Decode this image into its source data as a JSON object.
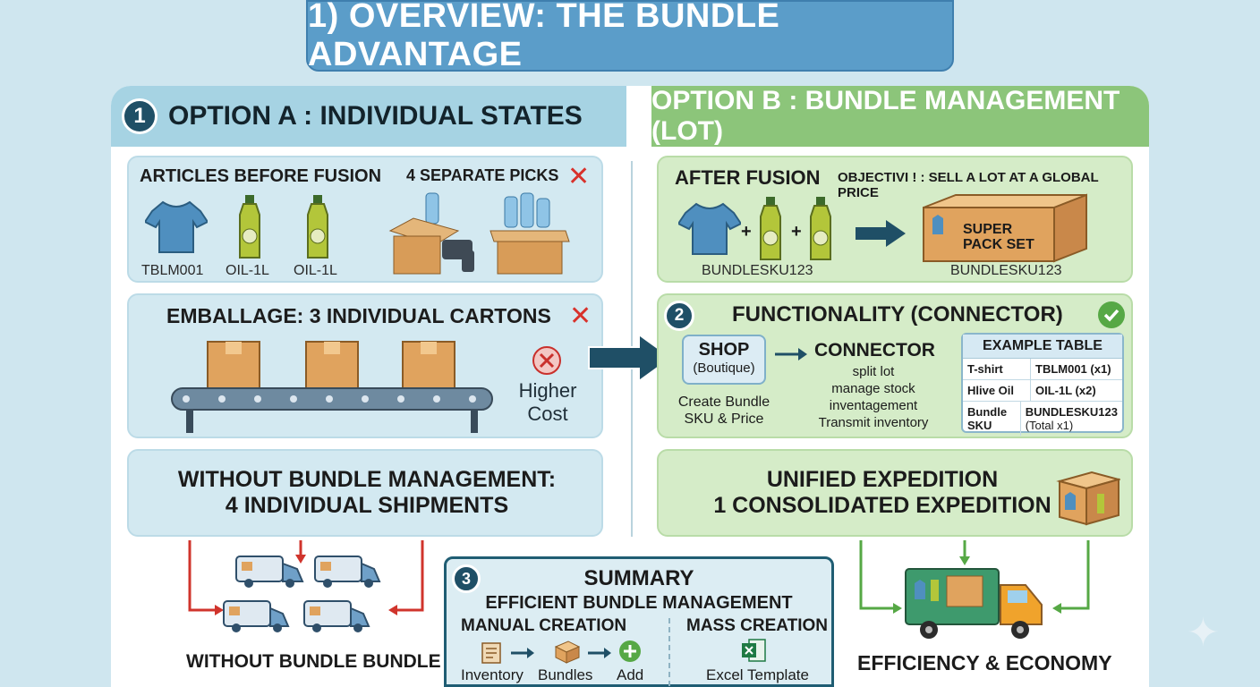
{
  "title": "1) OVERVIEW: THE BUNDLE ADVANTAGE",
  "option_a": {
    "number": "1",
    "heading": "OPTION A : INDIVIDUAL STATES",
    "articles": {
      "title": "ARTICLES BEFORE FUSION",
      "picks_label": "4 SEPARATE PICKS",
      "items": [
        "TBLM001",
        "OIL-1L",
        "OIL-1L"
      ]
    },
    "packaging": {
      "title": "EMBALLAGE: 3 INDIVIDUAL CARTONS",
      "cost_label_1": "Higher",
      "cost_label_2": "Cost"
    },
    "shipments": {
      "line1": "WITHOUT BUNDLE MANAGEMENT:",
      "line2": "4 INDIVIDUAL SHIPMENTS"
    },
    "footer": "WITHOUT BUNDLE BUNDLE"
  },
  "option_b": {
    "heading": "OPTION B : BUNDLE MANAGEMENT (LOT)",
    "fusion": {
      "title": "AFTER FUSION",
      "objective": "OBJECTIVI ! : SELL A LOT AT A GLOBAL PRICE",
      "plus": "+",
      "left_sku": "BUNDLESKU123",
      "right_sku": "BUNDLESKU123",
      "box_text_1": "SUPER",
      "box_text_2": "PACK SET"
    },
    "functionality": {
      "number": "2",
      "title": "FUNCTIONALITY (CONNECTOR)",
      "shop_title": "SHOP",
      "shop_sub": "(Boutique)",
      "shop_desc_1": "Create Bundle",
      "shop_desc_2": "SKU & Price",
      "connector_title": "CONNECTOR",
      "connector_lines": [
        "split lot",
        "manage stock",
        "inventagement",
        "Transmit inventory"
      ],
      "table": {
        "title": "EXAMPLE TABLE",
        "rows": [
          {
            "k": "T-shirt",
            "v": "TBLM001 (x1)"
          },
          {
            "k": "Hlive Oil",
            "v": "OIL-1L (x2)"
          },
          {
            "k": "Bundle SKU",
            "v": "BUNDLESKU123",
            "v2": "(Total x1)"
          }
        ]
      }
    },
    "expedition": {
      "line1": "UNIFIED EXPEDITION",
      "line2": "1 CONSOLIDATED EXPEDITION"
    },
    "footer": "EFFICIENCY & ECONOMY"
  },
  "summary": {
    "number": "3",
    "title": "SUMMARY",
    "subtitle": "EFFICIENT BUNDLE MANAGEMENT",
    "manual_title": "MANUAL CREATION",
    "manual_steps": [
      "Inventory",
      "Bundles",
      "Add"
    ],
    "mass_title": "MASS CREATION",
    "mass_step": "Excel Template"
  },
  "colors": {
    "title_bg": "#5b9dc9",
    "option_a_header": "#a6d3e3",
    "option_b_header": "#8cc57a",
    "blue_box": "#d3e9f1",
    "green_box": "#d5ecc8",
    "red": "#d8322c",
    "navy": "#1f4f66"
  }
}
